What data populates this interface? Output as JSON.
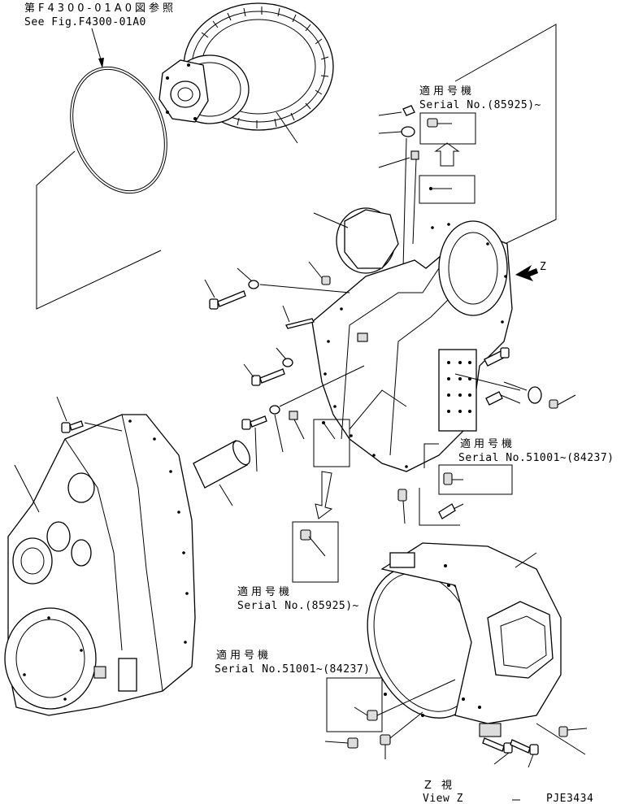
{
  "diagram": {
    "ref_jp": "第F4300-01A0図参照",
    "ref_en": "See Fig.F4300-01A0",
    "applies_jp": "適用号機",
    "serial_a": "Serial No.(85925)~",
    "serial_b": "Serial No.51001~(84237)",
    "view_jp": "Z 視",
    "view_en": "View Z",
    "z_mark": "Z",
    "drawing_code": "PJE3434"
  }
}
